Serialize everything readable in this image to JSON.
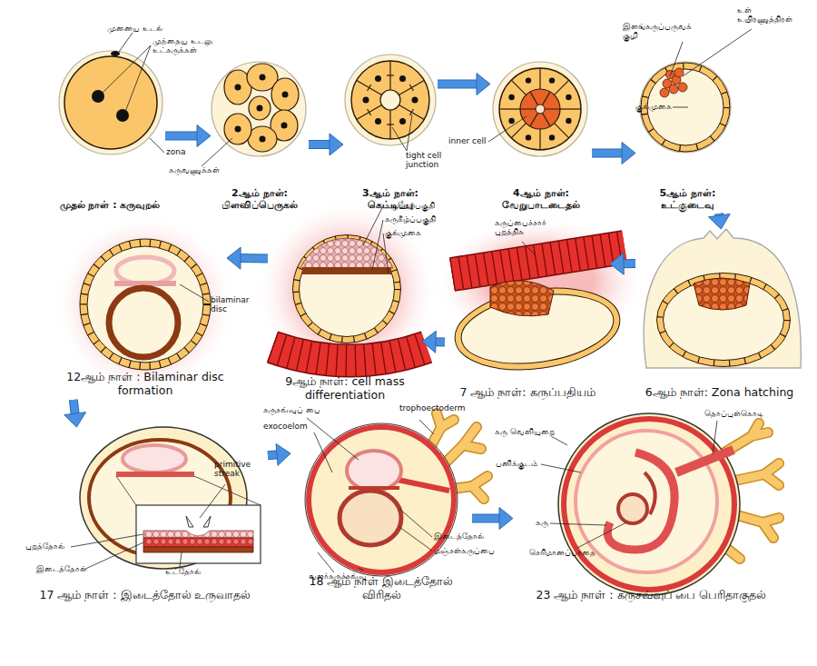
{
  "diagram": {
    "nodes": [
      {
        "text": [
          "முதல் நாள் : கருவுறல்"
        ]
      },
      {
        "text": [
          "2ஆம் நாள்: பிளவிப்பெருகல்"
        ]
      },
      {
        "text": [
          "3ஆம் நாள்: கெட்டிப்பு"
        ]
      },
      {
        "text": [
          "4ஆம் நாள்: வேறுபாடடைதல்"
        ]
      },
      {
        "text": [
          "5ஆம் நாள்: உட்குடைவு"
        ]
      },
      {
        "text": [
          "6ஆம் நாள்: Zona hatching"
        ]
      },
      {
        "text": [
          "7 ஆம் நாள்: கருப்பதியம்"
        ]
      },
      {
        "text": [
          "9ஆம் நாள்: cell mass differentiation"
        ]
      },
      {
        "text": [
          "12ஆம் நாள் : Bilaminar disc formation"
        ]
      },
      {
        "text": [
          "17 ஆம் நாள் : இடைத்தோல் உருவாதல்"
        ]
      },
      {
        "text": [
          "18 ஆம் நாள் இடைத்தோல் விரிதல்"
        ]
      },
      {
        "text": [
          "23 ஆம் நாள் : கருசவ்வுப் பை பெரிதாகுதல்"
        ]
      }
    ],
    "edges": [
      {
        "from": 0,
        "to": 1,
        "arrow": "to"
      },
      {
        "from": 1,
        "to": 2,
        "arrow": "to"
      },
      {
        "from": 2,
        "to": 3,
        "arrow": "to"
      },
      {
        "from": 3,
        "to": 4,
        "arrow": "to"
      },
      {
        "from": 4,
        "to": 5,
        "arrow": "to"
      },
      {
        "from": 5,
        "to": 6,
        "arrow": "to"
      },
      {
        "from": 6,
        "to": 7,
        "arrow": "to"
      },
      {
        "from": 7,
        "to": 8,
        "arrow": "to"
      },
      {
        "from": 8,
        "to": 9,
        "arrow": "to"
      },
      {
        "from": 9,
        "to": 10,
        "arrow": "to"
      },
      {
        "from": 10,
        "to": 11,
        "arrow": "to"
      }
    ],
    "labels": [
      "முனைய உடல்",
      "முந்தைய உடலு உட்கருக்கள்",
      "zona",
      "கருவணுக்கள்",
      "tight cell junction",
      "inner cell",
      "உள் உயிரணுத்திரள்",
      "இளங்கருப்பருவக் குழி",
      "குல்முகை",
      "கருப்பைச்சார் புறத்திசு",
      "கருமேற்பகுதி",
      "கருகீழ்ப்பகுதி",
      "குல்முகை",
      "bilaminar disc",
      "primitive streak",
      "புறத்தோல்",
      "இடைத்தோல்",
      "உட்தோல்",
      "கருசவ்வுப் பை",
      "exocoelom",
      "trophoectoderm",
      "இடைத்தோல்",
      "மஞ்சள்கருப்பை",
      "வளர்கருச்சவ்வு",
      "கரு வெளியுறை",
      "பனிக்குடம்",
      "கரு",
      "செரிமானப்பாதை",
      "தொப்புள்கொடி"
    ]
  }
}
